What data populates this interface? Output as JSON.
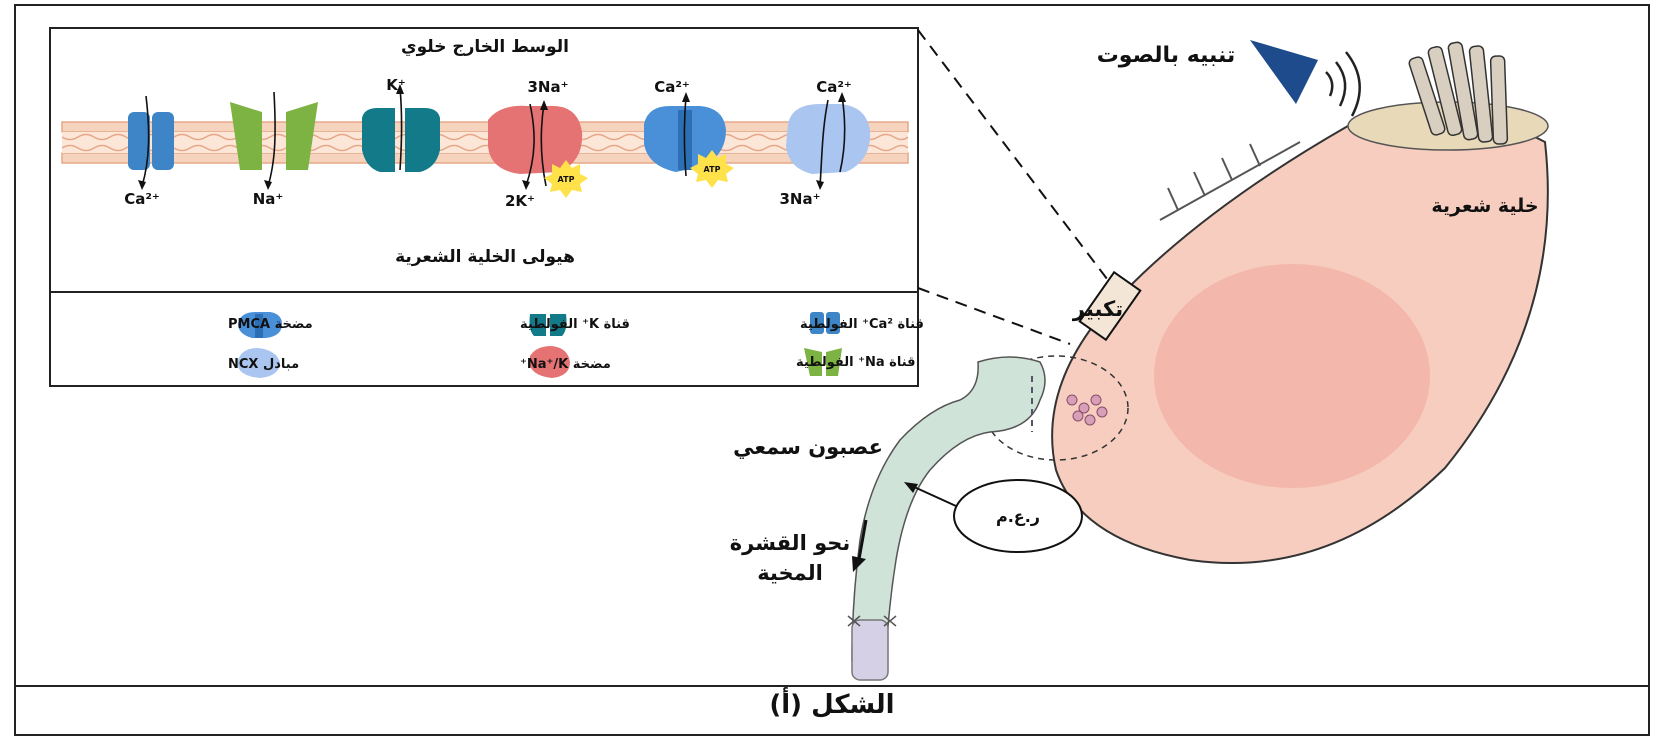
{
  "caption": "الشكل (أ)",
  "zoom_box": {
    "extracellular": "الوسط الخارج خلوي",
    "cytoplasm": "هيولى الخلية الشعرية",
    "ions": {
      "ca_out_1": "Ca²⁺",
      "na_out": "Na⁺",
      "k_top": "K⁺",
      "na3_top": "3Na⁺",
      "k2_bottom": "2K⁺",
      "ca_top_2": "Ca²⁺",
      "ca_top_3": "Ca²⁺",
      "na3_bottom": "3Na⁺",
      "atp": "ATP"
    },
    "legend": [
      {
        "label": "قناة Ca²⁺ الفولطية",
        "icon": "ca-channel-icon",
        "color": "#3d85c6"
      },
      {
        "label": "قناة K⁺ الفولطية",
        "icon": "k-channel-icon",
        "color": "#137a8a"
      },
      {
        "label": "مضخة PMCA",
        "icon": "pmca-pump-icon",
        "color": "#4a90d9"
      },
      {
        "label": "قناة Na⁺ الفولطية",
        "icon": "na-channel-icon",
        "color": "#7cb342"
      },
      {
        "label": "مضخة Na⁺/K⁺",
        "icon": "nak-pump-icon",
        "color": "#e57373"
      },
      {
        "label": "مبادل NCX",
        "icon": "ncx-exchanger-icon",
        "color": "#90b4e8"
      }
    ]
  },
  "labels": {
    "sound": "تنبيه بالصوت",
    "hair_cell": "خلية شعرية",
    "zoom": "تكبير",
    "neuron": "عصبون سمعي",
    "cortex_1": "نحو القشرة",
    "cortex_2": "المخية",
    "pa": "ر.ع.م"
  },
  "colors": {
    "cell": "#f6cdbf",
    "nucleus": "#f3b8ab",
    "neuron": "#cfe3d9",
    "membrane": "#f0b08a"
  }
}
